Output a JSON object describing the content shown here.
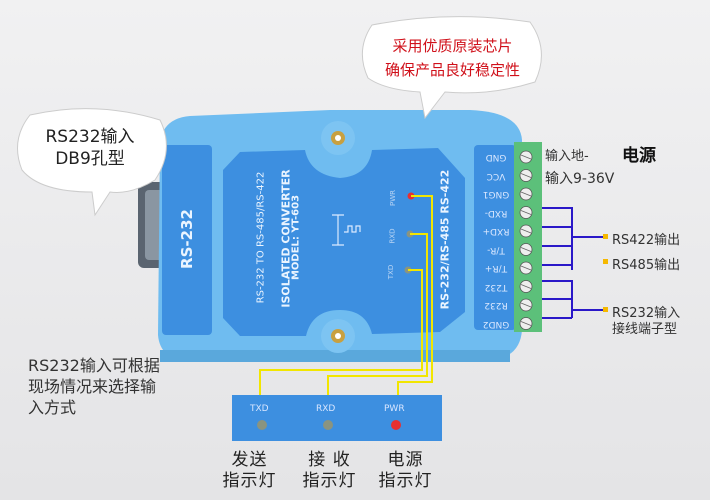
{
  "bubbles": {
    "left": {
      "line1": "RS232输入",
      "line2": "DB9孔型"
    },
    "right": {
      "line1": "采用优质原装芯片",
      "line2": "确保产品良好稳定性"
    }
  },
  "device": {
    "side_label": "RS-232",
    "line1": "RS-232 TO RS-485/RS-422",
    "line2": "ISOLATED CONVERTER",
    "line3": "MODEL: YT-603",
    "right_label": "RS-232/RS-485 RS-422",
    "leds": [
      "PWR",
      "RXD",
      "TXD"
    ],
    "terminals": [
      "GND",
      "VCC",
      "GNG1",
      "RXD-",
      "RXD+",
      "T/R-",
      "T/R+",
      "T232",
      "R232",
      "GND2"
    ]
  },
  "annotations": {
    "gnd_in": "输入地-",
    "power_title": "电源",
    "vin": "输入9-36V",
    "rs422": "RS422输出",
    "rs485": "RS485输出",
    "rs232_line1": "RS232输入",
    "rs232_line2": "接线端子型",
    "left_note": [
      "RS232输入可根据",
      "现场情况来选择输",
      "入方式"
    ]
  },
  "indicator_panel": {
    "labels": [
      "TXD",
      "RXD",
      "PWR"
    ]
  },
  "bottom_labels": [
    {
      "line1": "发送",
      "line2": "指示灯"
    },
    {
      "line1": "接 收",
      "line2": "指示灯"
    },
    {
      "line1": "电源",
      "line2": "指示灯"
    }
  ],
  "colors": {
    "body": "#6bb8ee",
    "panel": "#3d8fe0",
    "terminal": "#5cc07a",
    "wire_yellow": "#f2e600",
    "wire_blue": "#2a18c8",
    "bubble_text_red": "#d0101a"
  }
}
